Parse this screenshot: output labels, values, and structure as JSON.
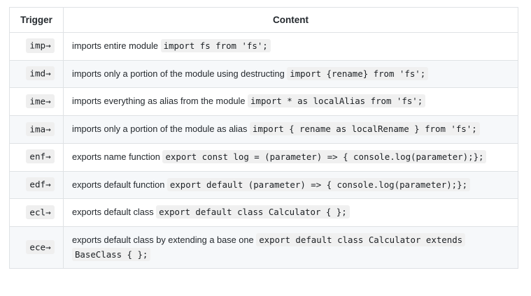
{
  "table": {
    "headers": {
      "trigger": "Trigger",
      "content": "Content"
    },
    "colors": {
      "border": "#dfe2e5",
      "row_stripe": "#f6f8fa",
      "code_background": "#f0f0f0",
      "text": "#24292e",
      "page_background": "#ffffff"
    },
    "rows": [
      {
        "trigger": "imp→",
        "description": "imports entire module",
        "code": "import fs from 'fs';"
      },
      {
        "trigger": "imd→",
        "description": "imports only a portion of the module using destructing",
        "code": "import {rename} from 'fs';"
      },
      {
        "trigger": "ime→",
        "description": "imports everything as alias from the module",
        "code": "import * as localAlias from 'fs';"
      },
      {
        "trigger": "ima→",
        "description": "imports only a portion of the module as alias",
        "code": "import { rename as localRename } from 'fs';"
      },
      {
        "trigger": "enf→",
        "description": "exports name function",
        "code": "export const log = (parameter) => { console.log(parameter);};"
      },
      {
        "trigger": "edf→",
        "description": "exports default function",
        "code": "export default (parameter) => { console.log(parameter);};"
      },
      {
        "trigger": "ecl→",
        "description": "exports default class",
        "code": "export default class Calculator { };"
      },
      {
        "trigger": "ece→",
        "description": "exports default class by extending a base one",
        "code": "export default class Calculator extends BaseClass { };"
      }
    ]
  }
}
